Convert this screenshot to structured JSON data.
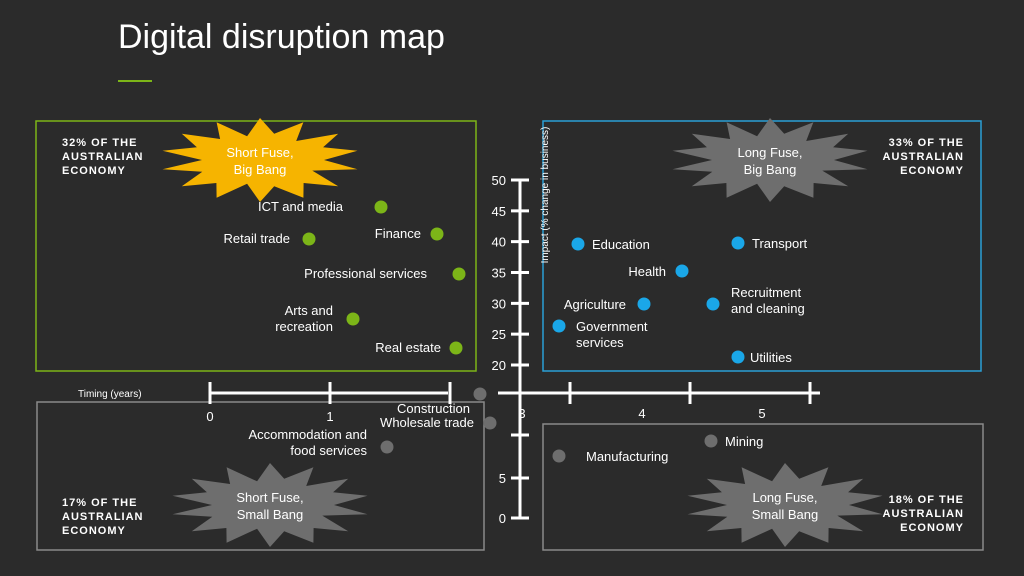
{
  "title": "Digital disruption map",
  "chart_data": {
    "type": "scatter",
    "xlabel": "Timing (years)",
    "ylabel": "Impact (% change in business)",
    "x_ticks": [
      "0",
      "1",
      "3",
      "4",
      "5"
    ],
    "y_ticks_upper": [
      "50",
      "45",
      "40",
      "35",
      "30",
      "25",
      "20"
    ],
    "y_ticks_lower": [
      "5",
      "0"
    ],
    "colors": {
      "green": "#7cb518",
      "blue": "#1aa7e8",
      "grey": "#6e6e6e"
    },
    "quadrants": [
      {
        "name": "short-fuse-big-bang",
        "share": "32% OF THE AUSTRALIAN ECONOMY",
        "burst_lines": [
          "Short Fuse,",
          "Big Bang"
        ],
        "border": "#7cb518",
        "burst_color": "#f6b400",
        "burst_text": "#222222"
      },
      {
        "name": "long-fuse-big-bang",
        "share": "33% OF THE AUSTRALIAN ECONOMY",
        "burst_lines": [
          "Long Fuse,",
          "Big Bang"
        ],
        "border": "#2a9fd6",
        "burst_color": "#6e6e6e",
        "burst_text": "#ffffff"
      },
      {
        "name": "short-fuse-small-bang",
        "share": "17% OF THE AUSTRALIAN ECONOMY",
        "burst_lines": [
          "Short Fuse,",
          "Small Bang"
        ],
        "border": "#8a8a8a",
        "burst_color": "#6e6e6e",
        "burst_text": "#ffffff"
      },
      {
        "name": "long-fuse-small-bang",
        "share": "18% OF THE AUSTRALIAN ECONOMY",
        "burst_lines": [
          "Long Fuse,",
          "Small Bang"
        ],
        "border": "#8a8a8a",
        "burst_color": "#6e6e6e",
        "burst_text": "#ffffff"
      }
    ],
    "points": [
      {
        "label": [
          "ICT and media"
        ],
        "x": 1.4,
        "y": 46,
        "color": "green"
      },
      {
        "label": [
          "Retail trade"
        ],
        "x": 0.8,
        "y": 41,
        "color": "green"
      },
      {
        "label": [
          "Finance"
        ],
        "x": 1.9,
        "y": 42,
        "color": "green"
      },
      {
        "label": [
          "Professional services"
        ],
        "x": 2.1,
        "y": 36,
        "color": "green"
      },
      {
        "label": [
          "Arts and",
          "recreation"
        ],
        "x": 1.2,
        "y": 29,
        "color": "green"
      },
      {
        "label": [
          "Real estate"
        ],
        "x": 2.1,
        "y": 23,
        "color": "green"
      },
      {
        "label": [
          "Education"
        ],
        "x": 3.1,
        "y": 40.5,
        "color": "blue"
      },
      {
        "label": [
          "Transport"
        ],
        "x": 4.4,
        "y": 40.5,
        "color": "blue"
      },
      {
        "label": [
          "Health"
        ],
        "x": 3.9,
        "y": 36,
        "color": "blue"
      },
      {
        "label": [
          "Agriculture"
        ],
        "x": 3.6,
        "y": 31,
        "color": "blue"
      },
      {
        "label": [
          "Government",
          "services"
        ],
        "x": 2.9,
        "y": 27.5,
        "color": "blue"
      },
      {
        "label": [
          "Recruitment",
          "and cleaning"
        ],
        "x": 4.1,
        "y": 31,
        "color": "blue"
      },
      {
        "label": [
          "Utilities"
        ],
        "x": 4.4,
        "y": 21.5,
        "color": "blue"
      },
      {
        "label": [
          "Construction"
        ],
        "x": 2.2,
        "y": 18,
        "color": "grey"
      },
      {
        "label": [
          "Wholesale trade"
        ],
        "x": 2.35,
        "y": 14,
        "color": "grey"
      },
      {
        "label": [
          "Accommodation and",
          "food services"
        ],
        "x": 1.5,
        "y": 12,
        "color": "grey"
      },
      {
        "label": [
          "Mining"
        ],
        "x": 4.1,
        "y": 12.5,
        "color": "grey"
      },
      {
        "label": [
          "Manufacturing"
        ],
        "x": 2.8,
        "y": 10.5,
        "color": "grey"
      }
    ]
  }
}
